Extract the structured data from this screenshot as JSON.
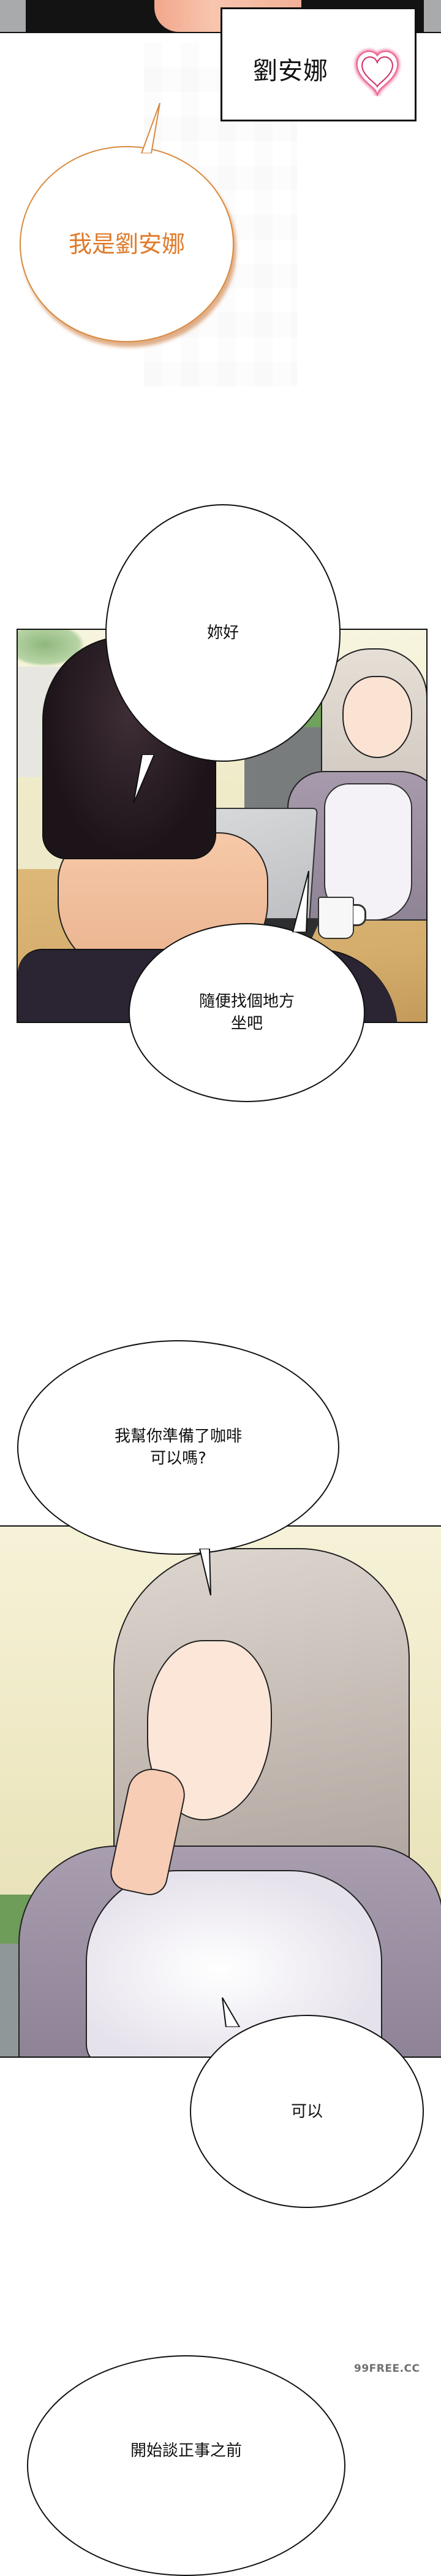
{
  "page": {
    "type": "webtoon-strip",
    "background": "#ffffff"
  },
  "name_card": {
    "name": "劉安娜",
    "icon": "heart-icon",
    "icon_color": "#e8336e"
  },
  "bubbles": [
    {
      "id": "intro",
      "lines": [
        "我是劉安娜"
      ],
      "style": "orange",
      "text_color": "#e07a2a"
    },
    {
      "id": "greeting",
      "lines": [
        "妳好"
      ],
      "style": "plain"
    },
    {
      "id": "sit",
      "lines": [
        "隨便找個地方",
        "坐吧"
      ],
      "style": "plain"
    },
    {
      "id": "coffee",
      "lines": [
        "我幫你準備了咖啡",
        "可以嗎?"
      ],
      "style": "plain"
    },
    {
      "id": "ok",
      "lines": [
        "可以"
      ],
      "style": "plain"
    },
    {
      "id": "before",
      "lines": [
        "開始談正事之前"
      ],
      "style": "plain"
    }
  ],
  "panels": [
    {
      "id": "panel-top-strip",
      "scene": "end of previous panel"
    },
    {
      "id": "panel-office",
      "scene": "man seen from behind facing smiling blonde woman at desk with laptop and coffee mug"
    },
    {
      "id": "panel-closeup",
      "scene": "blonde woman in grey blazer smiling, hand on cheek"
    }
  ],
  "watermark": "99FREE.CC"
}
